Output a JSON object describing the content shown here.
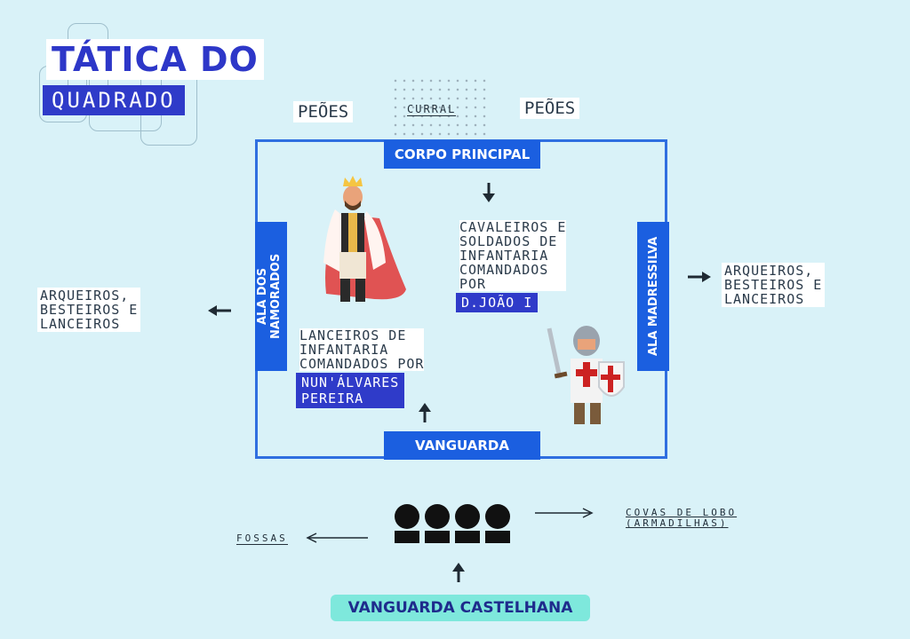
{
  "title": {
    "line1": "TÁTICA DO",
    "line2": "QUADRADO"
  },
  "top_labels": {
    "peoes_left": "PEÕES",
    "curral": "CURRAL",
    "peoes_right": "PEÕES"
  },
  "square": {
    "top": "CORPO PRINCIPAL",
    "bottom": "VANGUARDA",
    "left": "ALA DOS NAMORADOS",
    "right": "ALA MADRESSILVA"
  },
  "center_right_text": "CAVALEIROS E\nSOLDADOS DE\nINFANTARIA\nCOMANDADOS\nPOR",
  "center_right_leader": "D.JOÃO I",
  "center_left_text": "LANCEIROS DE\nINFANTARIA\nCOMANDADOS POR",
  "center_left_leader": "NUN'ÁLVARES\nPEREIRA",
  "side_left": "ARQUEIROS,\nBESTEIROS E\nLANCEIROS",
  "side_right": "ARQUEIROS,\nBESTEIROS E\nLANCEIROS",
  "bottom": {
    "fossas": "FOSSAS",
    "covas": "COVAS DE LOBO\n(ARMADILHAS)",
    "castelhana": "VANGUARDA CASTELHANA"
  },
  "colors": {
    "background": "#d9f2f8",
    "band_blue": "#1b5fe0",
    "title_blue": "#2f3bc9",
    "teal": "#7ee8dc"
  },
  "icons": [
    "arrow-down-icon",
    "arrow-up-icon",
    "arrow-left-icon",
    "arrow-right-icon",
    "king-icon",
    "knight-icon",
    "soldiers-icon"
  ]
}
